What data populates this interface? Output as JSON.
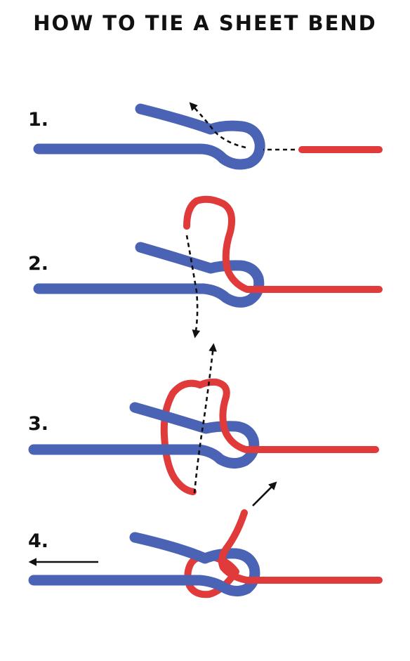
{
  "title": "HOW TO TIE A SHEET BEND",
  "steps": [
    {
      "label": "1."
    },
    {
      "label": "2."
    },
    {
      "label": "3."
    },
    {
      "label": "4."
    }
  ],
  "colors": {
    "blue_rope": "#4a63b5",
    "red_rope": "#e03a3a",
    "arrows": "#111111",
    "background": "#ffffff"
  }
}
